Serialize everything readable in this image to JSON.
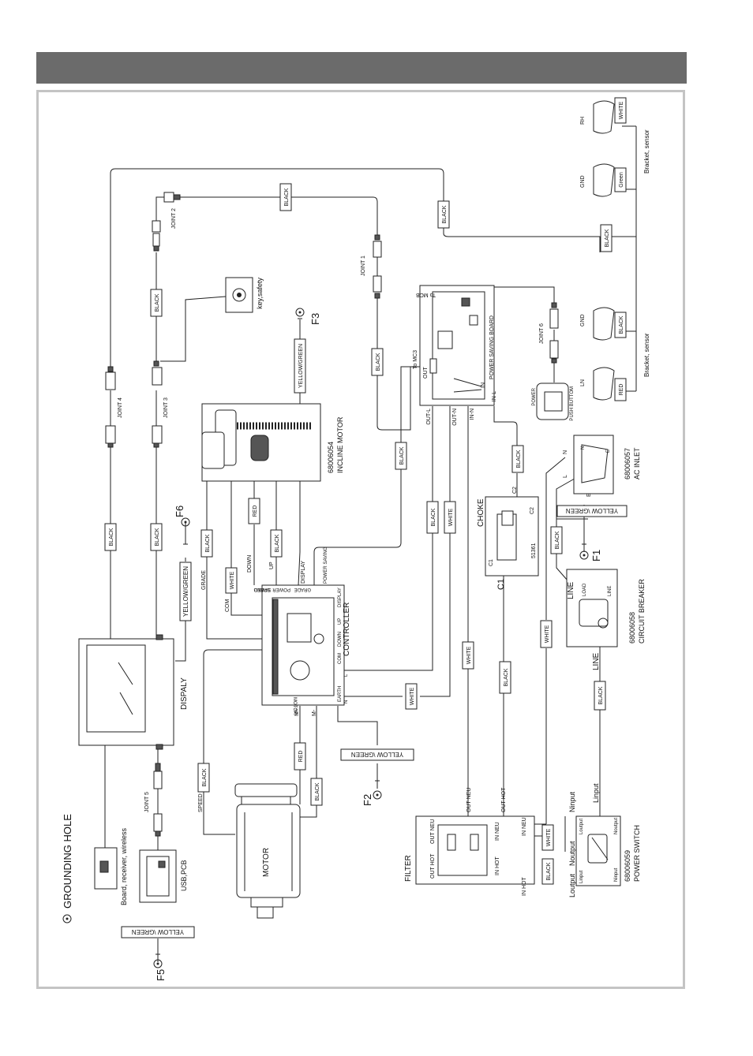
{
  "title_text": "",
  "grounding_hole": "GROUNDING HOLE",
  "ground_points": {
    "f1": "F1",
    "f2": "F2",
    "f3": "F3",
    "f5": "F5",
    "f6": "F6"
  },
  "components": {
    "display": "DISPALY",
    "board": "Board, receiver, wireless",
    "usb": "USB,PCB",
    "motor": "MOTOR",
    "controller": "CONTROLLER",
    "incline_part": "68006054",
    "incline_name": "INCLINE MOTOR",
    "filter": "FILTER",
    "choke": "CHOKE",
    "choke_part": "51361",
    "power_switch_part": "68006059",
    "power_switch_name": "POWER SWITCH",
    "breaker_part": "68006058",
    "breaker_name": "CIRCUIT BREAKER",
    "ac_inlet_part": "68006057",
    "ac_inlet_name": "AC INLET",
    "key_safety": "key,safety",
    "power_saving_board": "POWER SAVING BOARD",
    "push_button": "PUSH BUTTOM",
    "power_small": "POWER",
    "bracket_sensor": "Bracket, sensor"
  },
  "joints": {
    "j1": "JOINT 1",
    "j2": "JOINT 2",
    "j3": "JOINT 3",
    "j4": "JOINT 4",
    "j5": "JOINT 5",
    "j6": "JOINT 6"
  },
  "wire_colors": {
    "black": "BLACK",
    "white": "WHITE",
    "red": "RED",
    "green": "Green",
    "yellow_green": "YELLOW/GREEN",
    "yellow_green_alt": "YELLOW \\GREEN"
  },
  "terminals": {
    "speed": "SPEED",
    "grade": "GRADE",
    "com": "COM",
    "down": "DOWN",
    "up": "UP",
    "display_t": "DISPLAY",
    "power_saving": "POWER SAVING",
    "l": "L",
    "n": "N",
    "earth": "EARTH",
    "m_plus": "M+",
    "m_minus": "M-",
    "motor_t": "MOTOR",
    "out_l": "OUT-L",
    "out_n": "OUT-N",
    "in_n": "IN-N",
    "in_l": "IN-L",
    "out_t": "OUT",
    "in_t": "IN",
    "to_mcb": "To MCB",
    "c1": "C1",
    "c2": "C2",
    "line": "LINE",
    "load": "LOAD",
    "out_hot": "OUT HOT",
    "out_neu": "OUT NEU",
    "in_hot": "IN HOT",
    "in_neu": "IN NEU",
    "ninput": "Ninput",
    "linput": "Linput",
    "noutput": "Noutput",
    "loutput": "Loutput",
    "e": "E",
    "gnd": "GND",
    "ln": "LN",
    "rh": "RH"
  },
  "colors": {
    "header": "#6b6b6b",
    "frame": "#c4c4c4",
    "line": "#222222"
  }
}
